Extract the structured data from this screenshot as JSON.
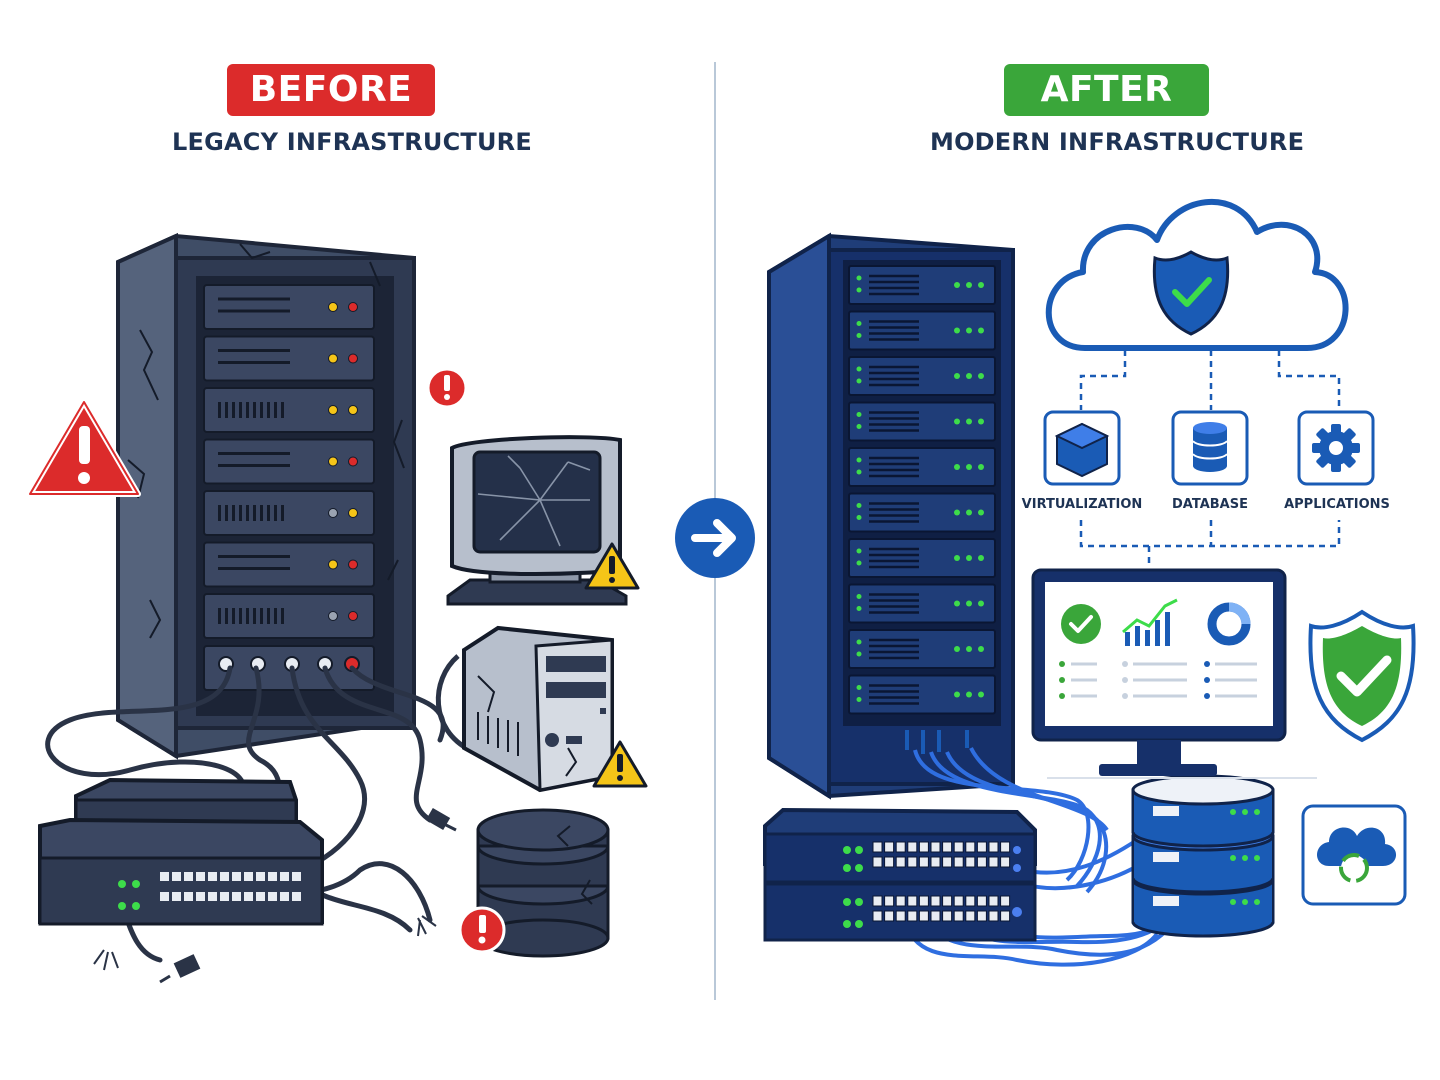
{
  "before": {
    "badge": "BEFORE",
    "badge_color": "#dc2b2b",
    "subtitle": "LEGACY INFRASTRUCTURE"
  },
  "after": {
    "badge": "AFTER",
    "badge_color": "#3aa63a",
    "subtitle": "MODERN INFRASTRUCTURE",
    "services": [
      {
        "label": "VIRTUALIZATION",
        "icon": "cube-icon"
      },
      {
        "label": "DATABASE",
        "icon": "database-icon"
      },
      {
        "label": "APPLICATIONS",
        "icon": "gear-icon"
      }
    ]
  },
  "transition_icon": "arrow-right-icon",
  "colors": {
    "navy": "#1e3354",
    "accent_blue": "#1a5bb5",
    "led_green": "#3ddc4a",
    "warning_yellow": "#f5c518",
    "alert_red": "#dc2b2b"
  }
}
